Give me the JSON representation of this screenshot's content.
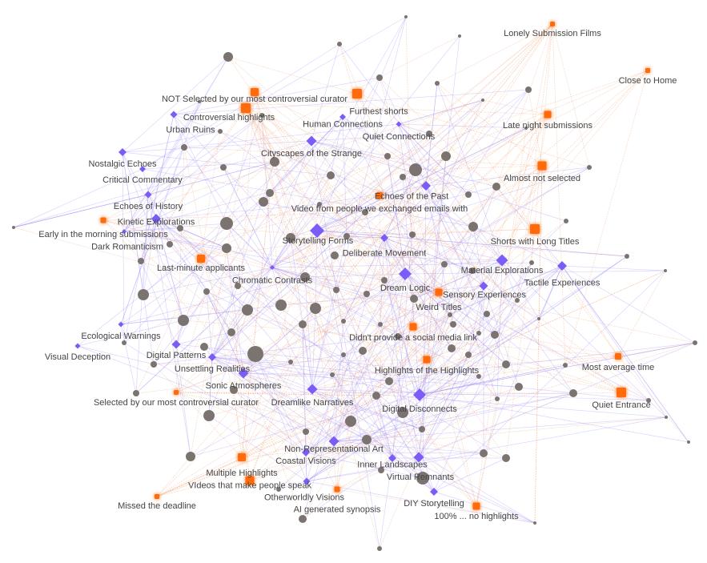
{
  "colors": {
    "tag_node": "#7c5cf6",
    "category_node": "#ff6a10",
    "film_node": "#7a7370",
    "tag_edge": "#9a86f5",
    "category_edge": "#f0a070",
    "label": "#444444"
  },
  "legend_types": {
    "tag": "purple-diamond",
    "category": "orange-square",
    "film": "gray-circle"
  },
  "categories": [
    "Lonely Submission Films",
    "Close to Home",
    "Furthest shorts",
    "NOT Selected by our most controversial curator",
    "Controversial highlights",
    "Late night submissions",
    "Almost not selected",
    "Video from people we exchanged emails with",
    "Early in the morning submissions",
    "Shorts with Long Titles",
    "Last-minute applicants",
    "Weird Titles",
    "Didn't provide a social media link",
    "Highlights of the Highlights",
    "Most average time",
    "Quiet Entrance",
    "Selected by our most controversial curator",
    "Multiple Highlights",
    "VIdeos that make people speak",
    "AI generated synopsis",
    "Missed the deadline",
    "100% ... no highlights"
  ],
  "tags": [
    "Urban Ruins",
    "Human Connections",
    "Quiet Connections",
    "Nostalgic Echoes",
    "Cityscapes of the Strange",
    "Critical Commentary",
    "Echoes of History",
    "Echoes of the Past",
    "Kinetic Explorations",
    "Dark Romanticism",
    "Storytelling Forms",
    "Deliberate Movement",
    "Material Explorations",
    "Tactile Experiences",
    "Chromatic Contrasts",
    "Dream Logic",
    "Sensory Experiences",
    "Ecological Warnings",
    "Visual Deception",
    "Digital Patterns",
    "Unsettling Realities",
    "Sonic Atmospheres",
    "Dreamlike Narratives",
    "Digital Disconnects",
    "Non-Representational Art",
    "Coastal Visions",
    "Inner Landscapes",
    "Virtual Remnants",
    "Otherworldly Visions",
    "DIY Storytelling"
  ]
}
